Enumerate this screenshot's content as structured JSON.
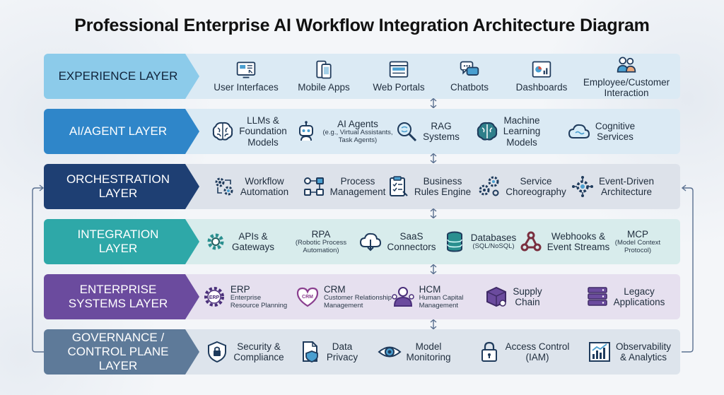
{
  "title": "Professional Enterprise  AI Workflow Integration Architecture  Diagram",
  "colors": {
    "experience": "#8ccbea",
    "ai_agent": "#2f86c9",
    "orchestration": "#1e3f73",
    "integration": "#2ea8a8",
    "enterprise": "#6b4b9e",
    "governance": "#5e7a99",
    "icon_stroke": "#1f3b5c",
    "icon_accent": "#4a9fd0"
  },
  "layers": [
    {
      "label": "EXPERIENCE LAYER",
      "items": [
        {
          "icon": "monitor-icon",
          "title": "User Interfaces"
        },
        {
          "icon": "mobile-icon",
          "title": "Mobile Apps"
        },
        {
          "icon": "browser-icon",
          "title": "Web Portals"
        },
        {
          "icon": "chat-bubbles-icon",
          "title": "Chatbots"
        },
        {
          "icon": "dashboard-icon",
          "title": "Dashboards"
        },
        {
          "icon": "people-icon",
          "title": "Employee/Customer\nInteraction"
        }
      ]
    },
    {
      "label": "AI/AGENT LAYER",
      "items": [
        {
          "icon": "brain-icon",
          "title": "LLMs &\nFoundation\nModels"
        },
        {
          "icon": "robot-icon",
          "title": "AI Agents",
          "sub": "(e.g., Virtual Assistants,\nTask Agents)"
        },
        {
          "icon": "search-brain-icon",
          "title": "RAG\nSystems"
        },
        {
          "icon": "brain-network-icon",
          "title": "Machine\nLearning\nModels"
        },
        {
          "icon": "cloud-brain-icon",
          "title": "Cognitive\nServices"
        }
      ]
    },
    {
      "label": "ORCHESTRATION\nLAYER",
      "items": [
        {
          "icon": "workflow-gears-icon",
          "title": "Workflow\nAutomation"
        },
        {
          "icon": "process-flow-icon",
          "title": "Process\nManagement"
        },
        {
          "icon": "clipboard-icon",
          "title": "Business\nRules Engine"
        },
        {
          "icon": "choreography-gears-icon",
          "title": "Service\nChoreography"
        },
        {
          "icon": "event-gear-icon",
          "title": "Event-Driven\nArchitecture"
        }
      ]
    },
    {
      "label": "INTEGRATION\nLAYER",
      "items": [
        {
          "icon": "gear-icon",
          "title": "APIs &\nGateways"
        },
        {
          "icon": "",
          "title": "RPA",
          "sub": "(Robotic Process\nAutomation)"
        },
        {
          "icon": "cloud-download-icon",
          "title": "SaaS\nConnectors"
        },
        {
          "icon": "database-icon",
          "title": "Databases",
          "sub": "(SQL/NoSQL)"
        },
        {
          "icon": "webhook-icon",
          "title": "Webhooks &\nEvent Streams"
        },
        {
          "icon": "",
          "title": "MCP",
          "sub": "(Model Context\nProtocol)"
        }
      ]
    },
    {
      "label": "ENTERPRISE\nSYSTEMS LAYER",
      "items": [
        {
          "icon": "erp-gear-icon",
          "title": "ERP",
          "sub": "Enterprise\nResource Planning",
          "badge": "ERP"
        },
        {
          "icon": "crm-heart-icon",
          "title": "CRM",
          "sub": "Customer Relationship\nManagement",
          "badge": "CRM"
        },
        {
          "icon": "hcm-person-icon",
          "title": "HCM",
          "sub": "Human Capital\nManagement"
        },
        {
          "icon": "supply-box-icon",
          "title": "Supply\nChain"
        },
        {
          "icon": "server-stack-icon",
          "title": "Legacy\nApplications"
        }
      ]
    },
    {
      "label": "GOVERNANCE /\nCONTROL PLANE LAYER",
      "items": [
        {
          "icon": "shield-icon",
          "title": "Security &\nCompliance"
        },
        {
          "icon": "document-shield-icon",
          "title": "Data\nPrivacy"
        },
        {
          "icon": "eye-icon",
          "title": "Model\nMonitoring"
        },
        {
          "icon": "lock-icon",
          "title": "Access Control\n(IAM)"
        },
        {
          "icon": "analytics-chart-icon",
          "title": "Observability\n& Analytics"
        }
      ]
    }
  ]
}
